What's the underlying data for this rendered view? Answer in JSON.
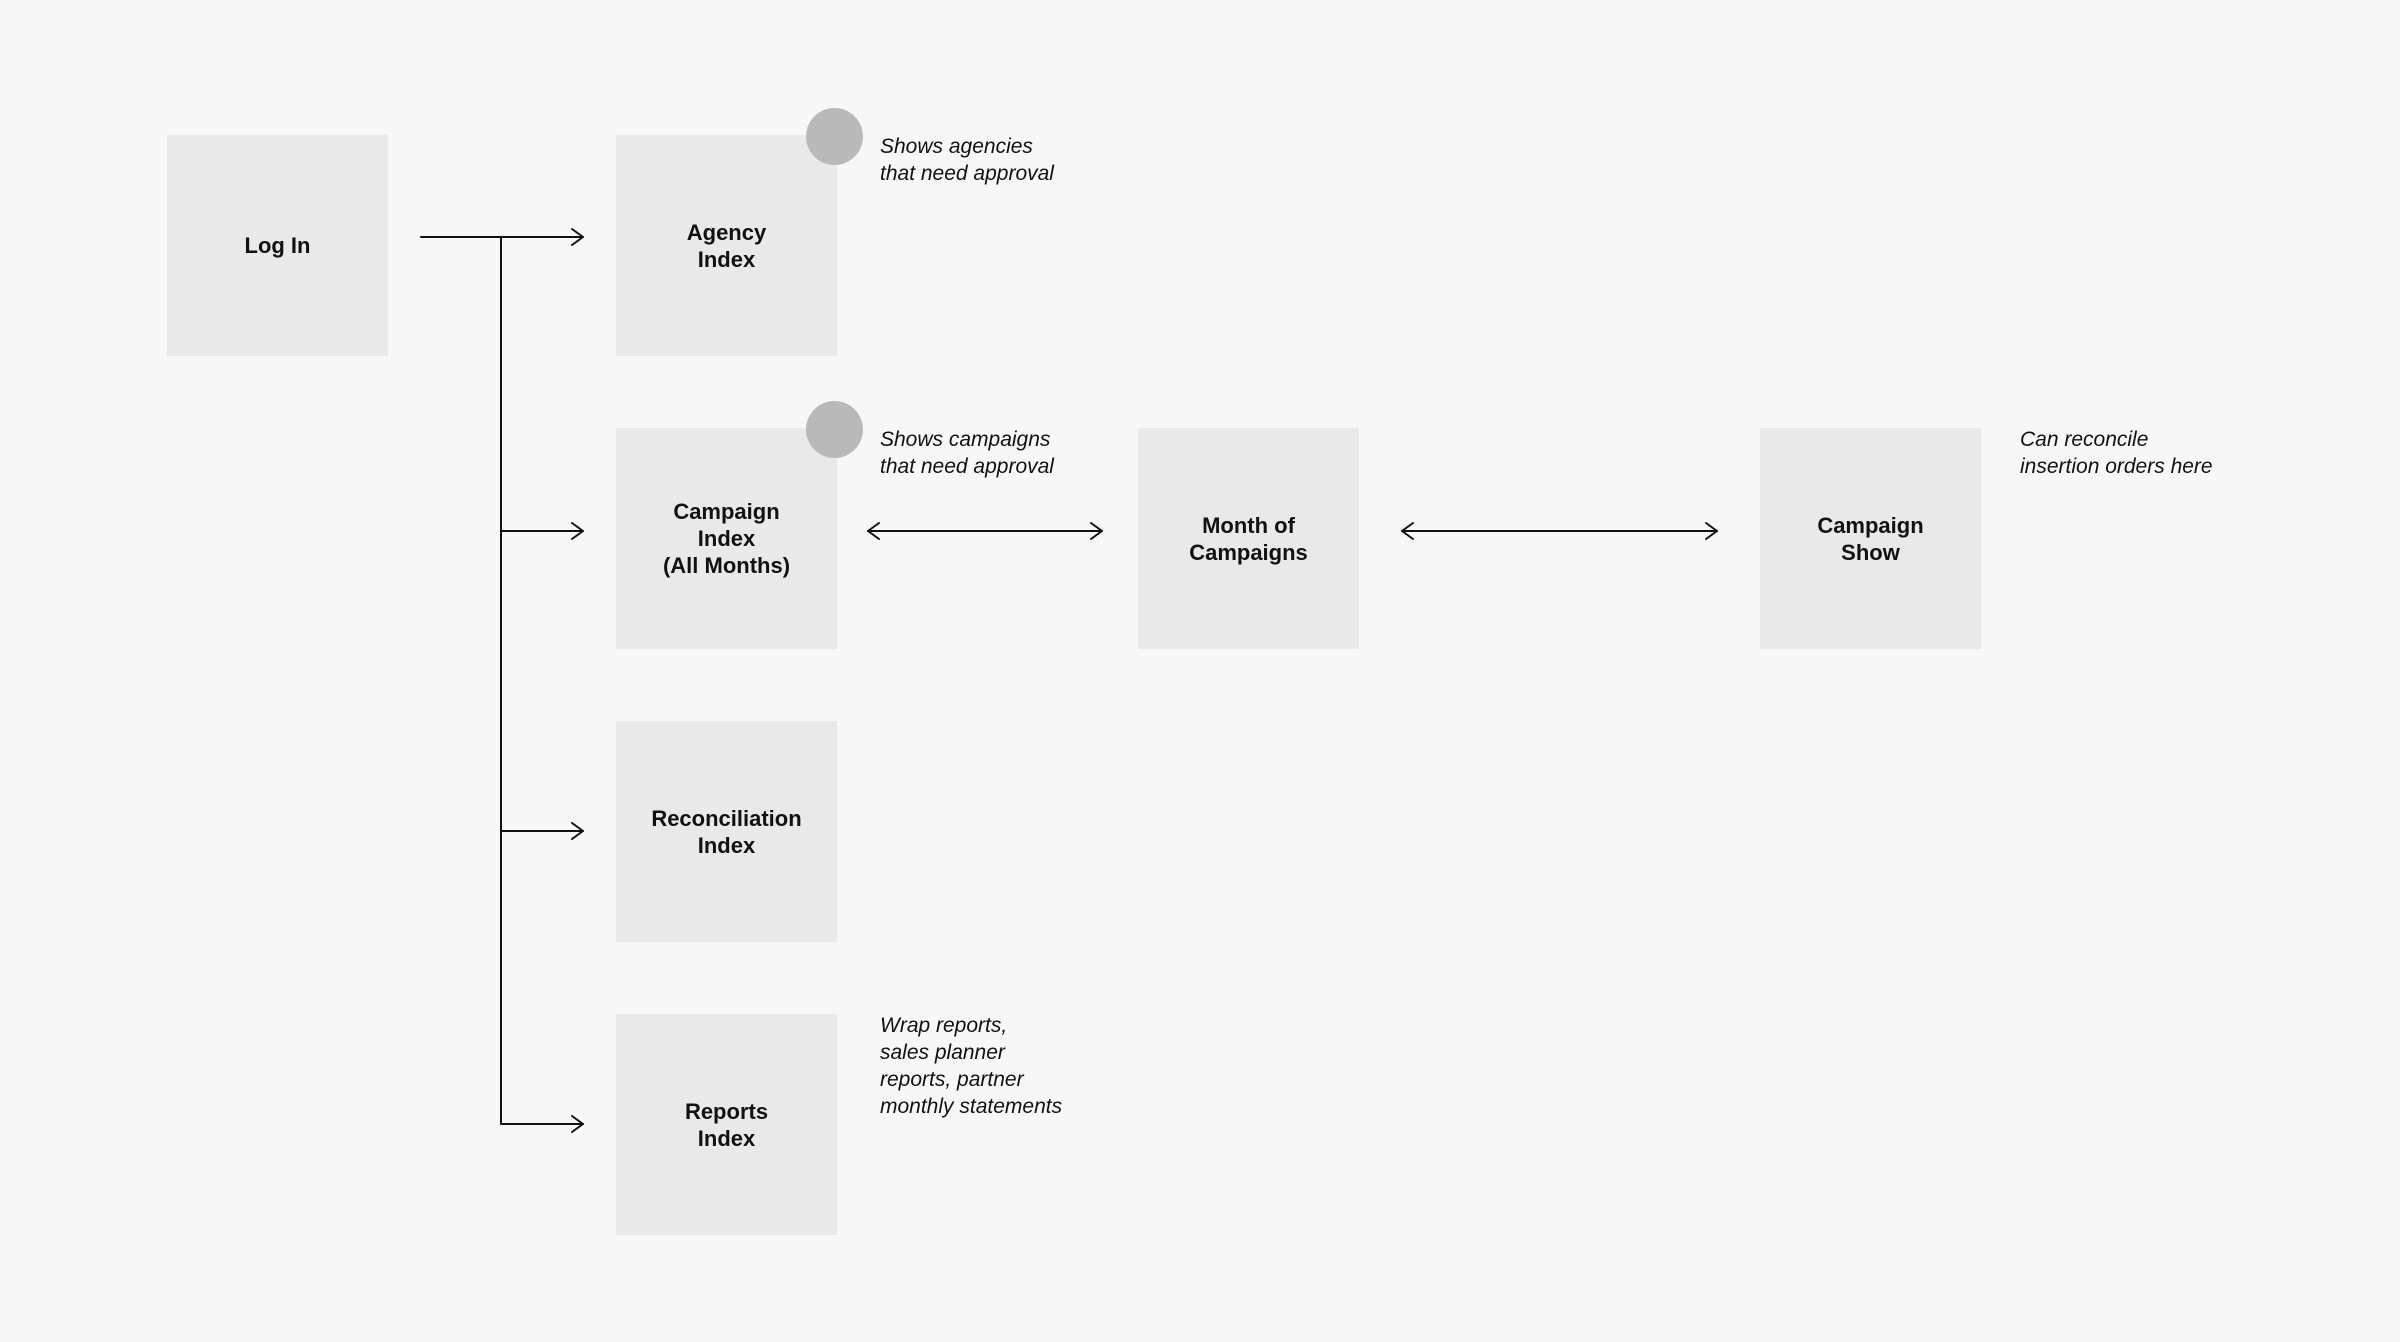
{
  "nodes": {
    "login": "Log In",
    "agency_index": "Agency\nIndex",
    "campaign_index": "Campaign\nIndex\n(All Months)",
    "month_of_campaigns": "Month of\nCampaigns",
    "campaign_show": "Campaign\nShow",
    "reconciliation_index": "Reconciliation\nIndex",
    "reports_index": "Reports\nIndex"
  },
  "notes": {
    "agency": "Shows agencies\nthat need approval",
    "campaign": "Shows campaigns\nthat need approval",
    "campaign_show": "Can reconcile\ninsertion orders here",
    "reports": "Wrap reports,\nsales planner\nreports, partner\nmonthly statements"
  },
  "colors": {
    "background": "#f7f7f7",
    "node_fill": "#e9e9e9",
    "badge_fill": "#b9b9b9",
    "line": "#111111"
  }
}
